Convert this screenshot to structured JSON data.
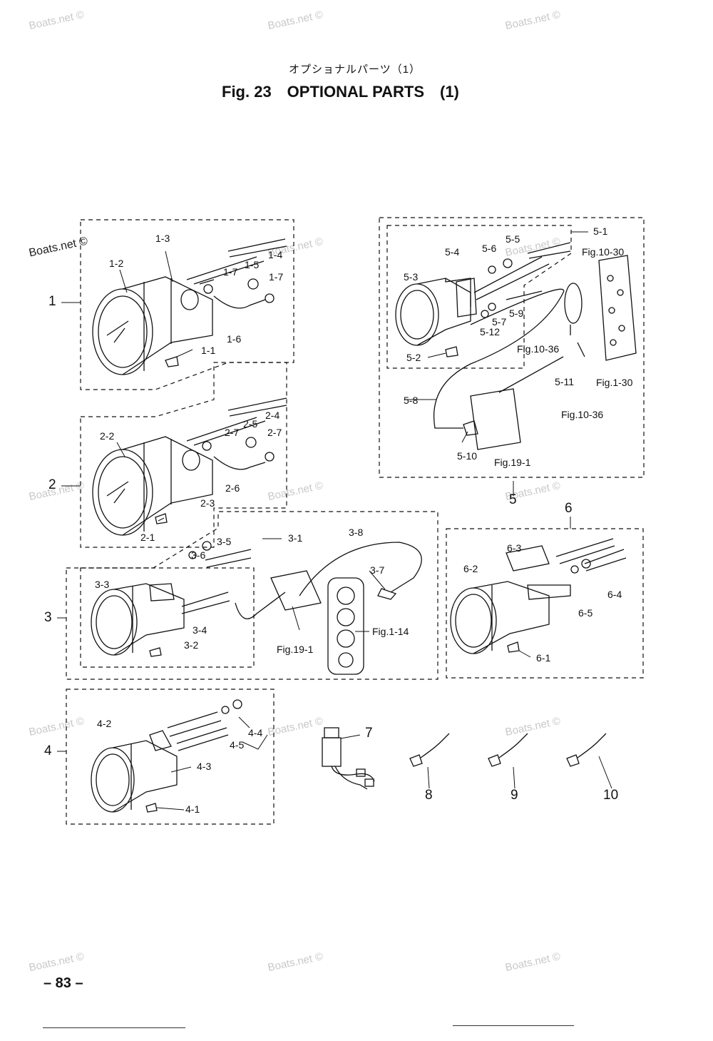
{
  "header": {
    "jp_title": "オプショナルパーツ（1）",
    "en_title": "Fig. 23　OPTIONAL PARTS　(1)"
  },
  "watermark": "Boats.net ©",
  "groups": [
    "1",
    "2",
    "3",
    "4",
    "5",
    "6",
    "7",
    "8",
    "9",
    "10"
  ],
  "labels": {
    "l1_1": "1-1",
    "l1_2": "1-2",
    "l1_3": "1-3",
    "l1_4": "1-4",
    "l1_5": "1-5",
    "l1_6": "1-6",
    "l1_7a": "1-7",
    "l1_7b": "1-7",
    "l2_1": "2-1",
    "l2_2": "2-2",
    "l2_3": "2-3",
    "l2_4": "2-4",
    "l2_5": "2-5",
    "l2_6": "2-6",
    "l2_7a": "2-7",
    "l2_7b": "2-7",
    "l3_1": "3-1",
    "l3_2": "3-2",
    "l3_3": "3-3",
    "l3_4": "3-4",
    "l3_5": "3-5",
    "l3_6": "3-6",
    "l3_7": "3-7",
    "l3_8": "3-8",
    "l4_1": "4-1",
    "l4_2": "4-2",
    "l4_3": "4-3",
    "l4_4": "4-4",
    "l4_5": "4-5",
    "l5_1": "5-1",
    "l5_2": "5-2",
    "l5_3": "5-3",
    "l5_4": "5-4",
    "l5_5": "5-5",
    "l5_6": "5-6",
    "l5_7": "5-7",
    "l5_8": "5-8",
    "l5_9": "5-9",
    "l5_10": "5-10",
    "l5_11": "5-11",
    "l5_12": "5-12",
    "l6_1": "6-1",
    "l6_2": "6-2",
    "l6_3": "6-3",
    "l6_4": "6-4",
    "l6_5": "6-5",
    "fig10_30": "Fig.10-30",
    "fig10_36a": "Fig.10-36",
    "fig10_36b": "Fig.10-36",
    "fig1_30": "Fig.1-30",
    "fig19_1a": "Fig.19-1",
    "fig19_1b": "Fig.19-1",
    "fig1_14": "Fig.1-14"
  },
  "footer": {
    "page": "– 83 –"
  }
}
